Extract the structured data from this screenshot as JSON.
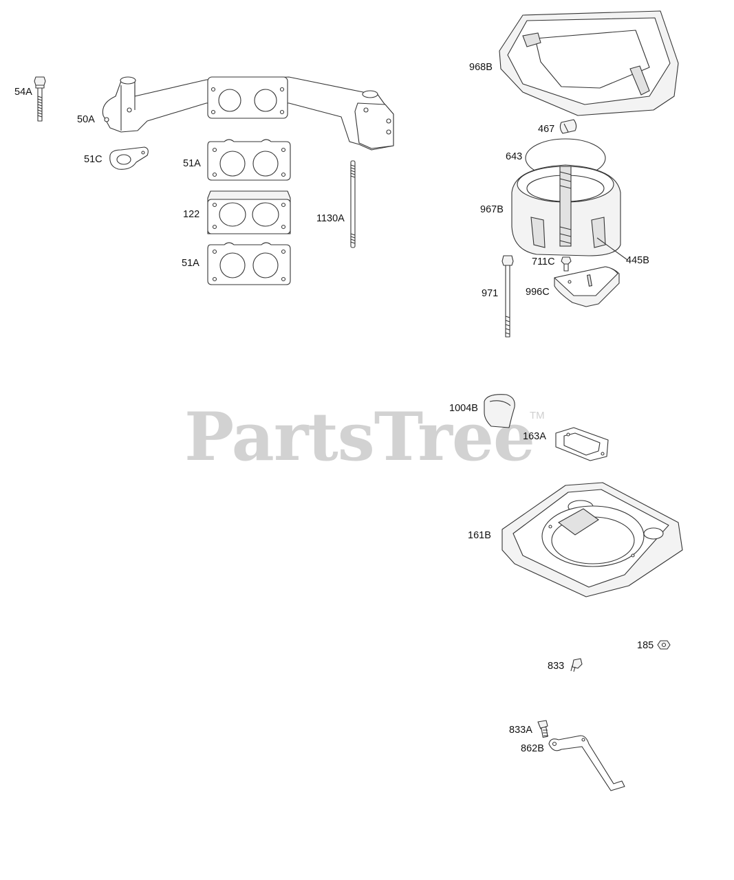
{
  "watermark": {
    "text": "PartsTree",
    "trademark": "TM"
  },
  "parts": {
    "p54A": "54A",
    "p50A": "50A",
    "p51C": "51C",
    "p51A_top": "51A",
    "p122": "122",
    "p51A_bottom": "51A",
    "p1130A": "1130A",
    "p968B": "968B",
    "p467": "467",
    "p643": "643",
    "p967B": "967B",
    "p711C": "711C",
    "p445B": "445B",
    "p971": "971",
    "p996C": "996C",
    "p1004B": "1004B",
    "p163A": "163A",
    "p161B": "161B",
    "p185": "185",
    "p833": "833",
    "p833A": "833A",
    "p862B": "862B"
  }
}
